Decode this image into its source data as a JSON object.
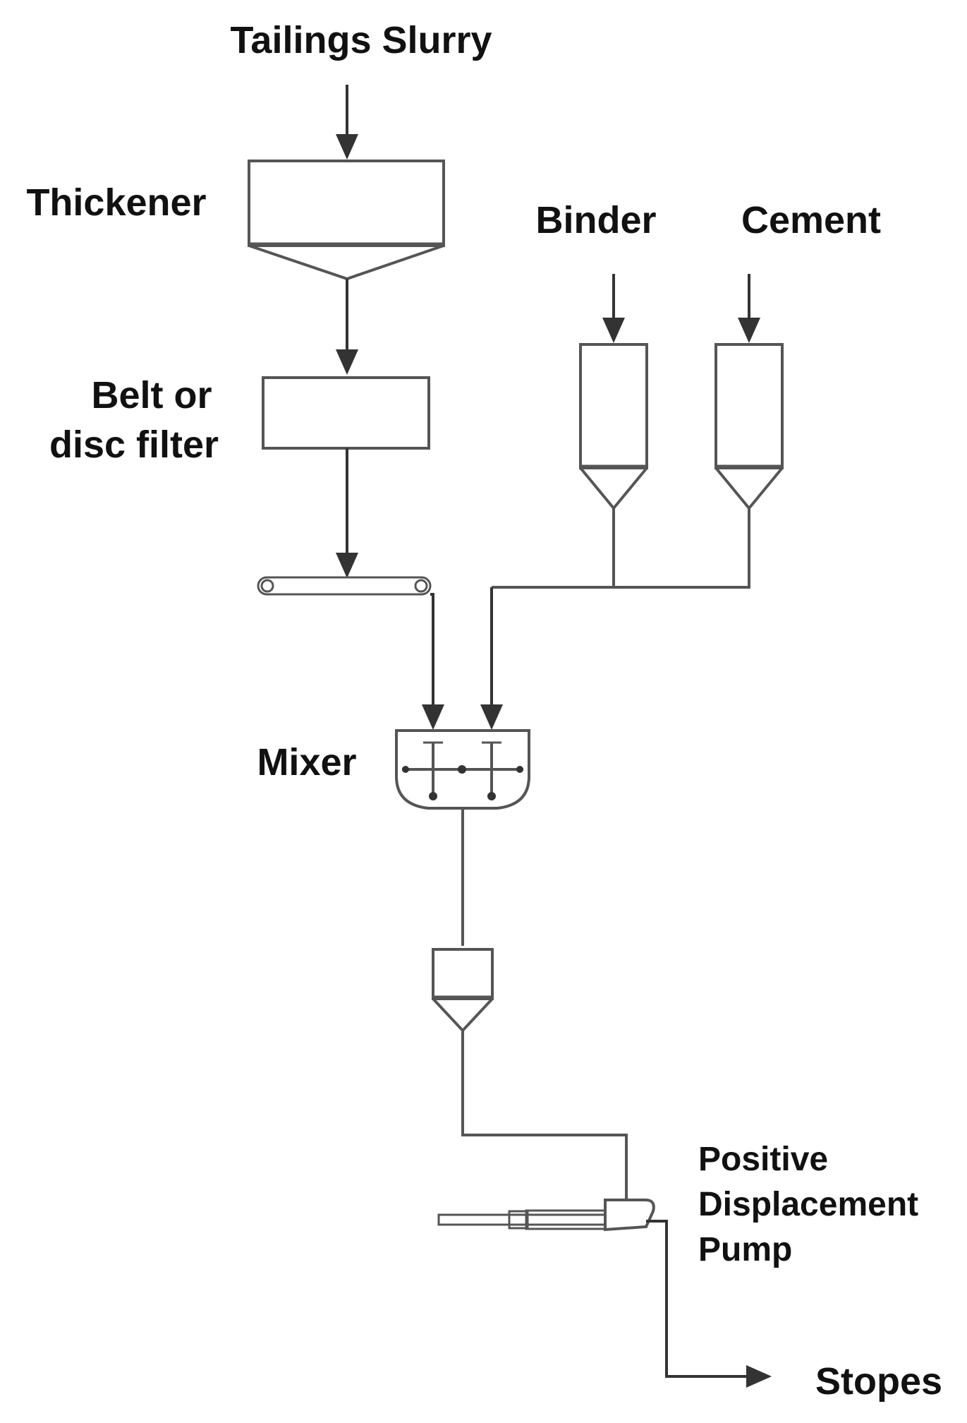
{
  "labels": {
    "feed": "Tailings Slurry",
    "thickener": "Thickener",
    "filter_line1": "Belt or",
    "filter_line2": "disc filter",
    "binder": "Binder",
    "cement": "Cement",
    "mixer": "Mixer",
    "pump_line1": "Positive",
    "pump_line2": "Displacement",
    "pump_line3": "Pump",
    "output": "Stopes"
  },
  "colors": {
    "line": "#555555",
    "text": "#111111",
    "background": "#ffffff"
  }
}
